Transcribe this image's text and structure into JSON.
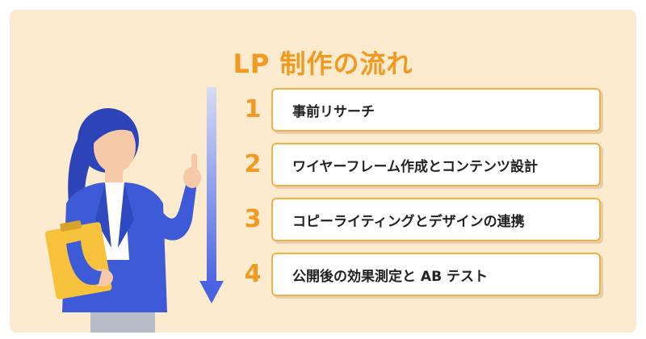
{
  "title": "LP 制作の流れ",
  "steps": [
    {
      "number": "1",
      "label": "事前リサーチ"
    },
    {
      "number": "2",
      "label": "ワイヤーフレーム作成とコンテンツ設計"
    },
    {
      "number": "3",
      "label": "コピーライティングとデザインの連携"
    },
    {
      "number": "4",
      "label": "公開後の効果測定と AB テスト"
    }
  ],
  "colors": {
    "background": "#fdebd0",
    "accent": "#f29a1f",
    "box_border": "#f5b041",
    "arrow": "#4a63e0",
    "jacket": "#3d5bd6",
    "clipboard": "#f7c23b"
  },
  "icons": [
    "woman-with-clipboard-illustration",
    "down-arrow-icon"
  ]
}
